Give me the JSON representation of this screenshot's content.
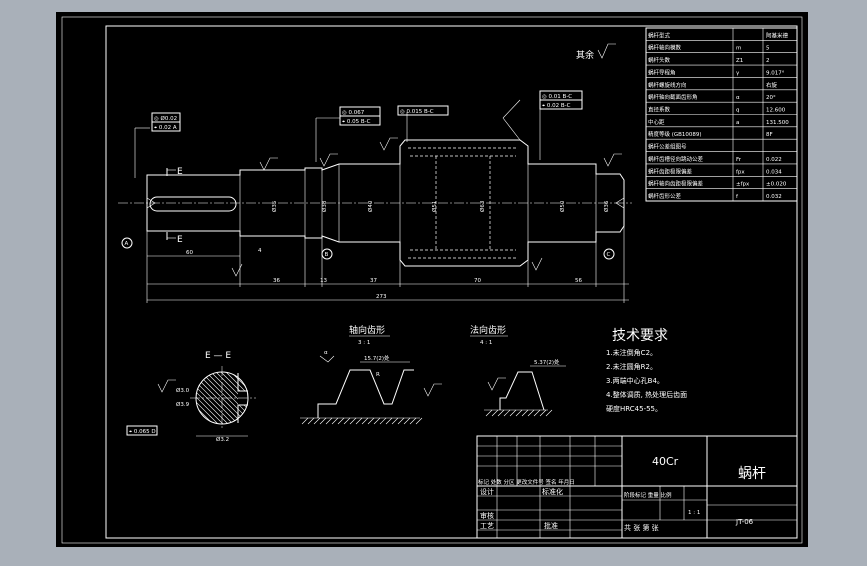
{
  "colors": {
    "window_bg": "#a9b0b9",
    "frame_bg": "#000000",
    "line": "#ffffff"
  },
  "notes": {
    "surface_finish": "其余"
  },
  "params": {
    "rows": [
      {
        "label": "蜗杆型式",
        "sym": "",
        "val": "阿基米德"
      },
      {
        "label": "蜗杆轴向模数",
        "sym": "m",
        "val": "5"
      },
      {
        "label": "蜗杆头数",
        "sym": "Z1",
        "val": "2"
      },
      {
        "label": "蜗杆导程角",
        "sym": "γ",
        "val": "9.017°"
      },
      {
        "label": "蜗杆螺旋线方向",
        "sym": "",
        "val": "右旋"
      },
      {
        "label": "蜗杆轴向截面齿形角",
        "sym": "α",
        "val": "20°"
      },
      {
        "label": "直径系数",
        "sym": "q",
        "val": "12.600"
      },
      {
        "label": "中心距",
        "sym": "a",
        "val": "131.500"
      },
      {
        "label": "精度等级 (GB10089)",
        "sym": "",
        "val": "8F"
      },
      {
        "label": "蜗杆公差组图号",
        "sym": "",
        "val": ""
      },
      {
        "label": "蜗杆齿槽径向跳动公差",
        "sym": "Fr",
        "val": "0.022"
      },
      {
        "label": "蜗杆齿距极限偏差",
        "sym": "fpx",
        "val": "0.034"
      },
      {
        "label": "蜗杆轴向齿距极限偏差",
        "sym": "±fpx",
        "val": "±0.020"
      },
      {
        "label": "蜗杆齿形公差",
        "sym": "f",
        "val": "0.032"
      }
    ]
  },
  "main_view": {
    "dims_bottom": [
      "60",
      "4",
      "36",
      "13",
      "37",
      "70",
      "56",
      "273"
    ],
    "dims_diam": [
      "Ø35",
      "Ø38",
      "Ø40",
      "Ø51",
      "Ø63",
      "Ø50",
      "Ø36"
    ],
    "gtol": [
      {
        "lines": [
          "◎ Ø0.02",
          "⌖ 0.02 A"
        ]
      },
      {
        "lines": [
          "◎ 0.067",
          "⌖ 0.05 B-C"
        ]
      },
      {
        "lines": [
          "◎ 0.015 B-C"
        ]
      },
      {
        "lines": [
          "◎ 0.01 B-C",
          "⌖ 0.02 B-C"
        ]
      }
    ],
    "datums": [
      "A",
      "B",
      "C"
    ],
    "section_marks": [
      "E",
      "E"
    ]
  },
  "section": {
    "title": "E — E",
    "dims": [
      "Ø3.0",
      "Ø3.9",
      "Ø3.2"
    ],
    "gtol": "⌖ 0.065 D"
  },
  "axial": {
    "title": "轴向齿形",
    "scale": "3 : 1",
    "dim": "15.7(2)处",
    "angle": "α",
    "label": "R"
  },
  "normal": {
    "title": "法向齿形",
    "scale": "4 : 1",
    "dim": "5.37(2)处"
  },
  "tech": {
    "title": "技术要求",
    "items": [
      "1.未注倒角C2。",
      "2.未注圆角R2。",
      "3.两端中心孔B4。",
      "4.整体调质, 热处理后齿面",
      "硬度HRC45-55。"
    ]
  },
  "titleblock": {
    "material": "40Cr",
    "part_name": "蜗杆",
    "drawing_no": "JT-06",
    "scale": "1 : 1",
    "row_label1": "标记 处数 分区 更改文件号 签名 年月日",
    "design": "设计",
    "standard": "标准化",
    "stage": "阶段标记 重量 比例",
    "check": "审核",
    "process": "工艺",
    "approve": "批准",
    "sheets": "共 张 第 张"
  }
}
